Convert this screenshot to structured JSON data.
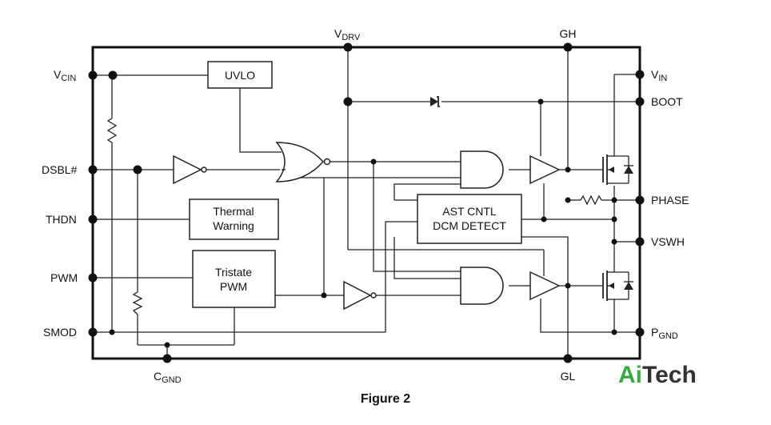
{
  "pins": {
    "vdrv": {
      "main": "V",
      "sub": "DRV"
    },
    "gh": "GH",
    "vcin": {
      "main": "V",
      "sub": "CIN"
    },
    "vin": {
      "main": "V",
      "sub": "IN"
    },
    "boot": "BOOT",
    "dsbl": "DSBL#",
    "phase": "PHASE",
    "thdn": "THDN",
    "vswh": "VSWH",
    "pwm": "PWM",
    "smod": "SMOD",
    "pgnd": {
      "main": "P",
      "sub": "GND"
    },
    "cgnd": {
      "main": "C",
      "sub": "GND"
    },
    "gl": "GL"
  },
  "blocks": {
    "uvlo": "UVLO",
    "thermal": [
      "Thermal",
      "Warning"
    ],
    "tristate": [
      "Tristate",
      "PWM"
    ],
    "ast": [
      "AST CNTL",
      "DCM DETECT"
    ]
  },
  "caption": "Figure 2",
  "logo": {
    "part1": "Ai",
    "part2": "Tech",
    "accent_color": "#3aa845"
  }
}
